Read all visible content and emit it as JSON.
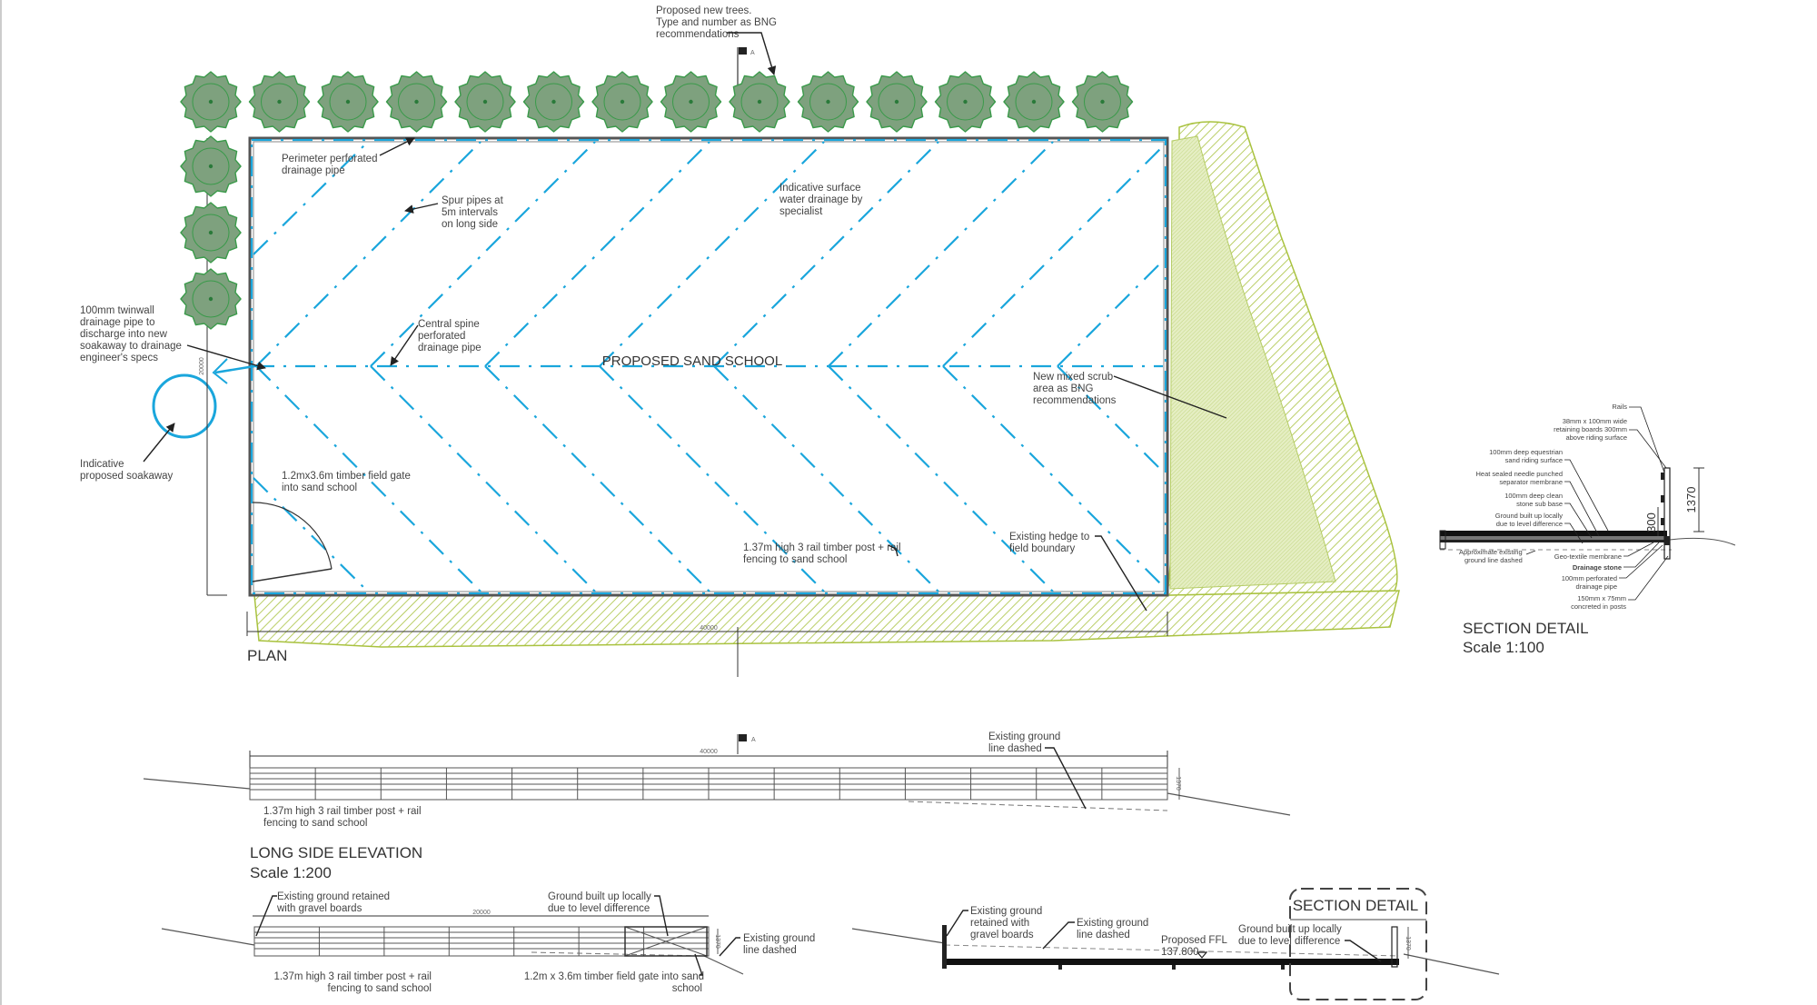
{
  "plan": {
    "title": "PLAN",
    "center_label": "PROPOSED SAND SCHOOL",
    "notes": {
      "trees": [
        "Proposed new trees.",
        "Type and number as BNG",
        "recommendations"
      ],
      "perimeter_pipe": [
        "Perimeter perforated",
        "drainage pipe"
      ],
      "spur_pipes": [
        "Spur pipes at",
        "5m intervals",
        "on long side"
      ],
      "surface_drainage": [
        "Indicative surface",
        "water drainage by",
        "specialist"
      ],
      "twinwall": [
        "100mm twinwall",
        "drainage pipe to",
        "discharge into new",
        "soakaway to drainage",
        "engineer's specs"
      ],
      "central_spine": [
        "Central spine",
        "perforated",
        "drainage pipe"
      ],
      "scrub": [
        "New mixed scrub",
        "area as BNG",
        "recommendations"
      ],
      "soakaway": [
        "Indicative",
        "proposed soakaway"
      ],
      "gate": [
        "1.2mx3.6m timber field gate",
        "into sand school"
      ],
      "fencing": [
        "1.37m high 3 rail timber post + rail",
        "fencing to sand school"
      ],
      "hedge": [
        "Existing hedge to",
        "field boundary"
      ]
    },
    "dims": {
      "width": "40000",
      "depth": "20000"
    },
    "section_marker": "A"
  },
  "section_detail": {
    "title": "SECTION DETAIL",
    "scale": "Scale 1:100",
    "dims": {
      "height": "1370",
      "base": "300"
    },
    "labels": {
      "rails": "Rails",
      "retaining": [
        "38mm x 100mm wide",
        "retaining boards 300mm",
        "above riding surface"
      ],
      "equestrian": [
        "100mm deep equestrian",
        "sand riding surface"
      ],
      "membrane": [
        "Heat sealed needle punched",
        "separator membrane"
      ],
      "stone_base": [
        "100mm deep clean",
        "stone sub base"
      ],
      "built_up": [
        "Ground built up locally",
        "due to level difference"
      ],
      "approx_ground": [
        "Approximate existing",
        "ground line dashed"
      ],
      "geotextile": "Geo-textile membrane",
      "drainage_stone": "Drainage stone",
      "perforated_pipe": [
        "100mm perforated",
        "drainage pipe"
      ],
      "posts": [
        "150mm x 75mm",
        "concreted in posts"
      ]
    }
  },
  "long_elevation": {
    "title": "LONG SIDE ELEVATION",
    "scale": "Scale 1:200",
    "dim": "40000",
    "height_dim": "1370",
    "marker": "A",
    "notes": {
      "ground": [
        "Existing ground",
        "line dashed"
      ],
      "fencing": [
        "1.37m high 3 rail timber post + rail",
        "fencing to sand school"
      ]
    }
  },
  "short_elevation": {
    "dim": "20000",
    "height_dim": "1370",
    "notes": {
      "retained": [
        "Existing ground retained",
        "with gravel boards"
      ],
      "built_up": [
        "Ground built up locally",
        "due to level difference"
      ],
      "ground": [
        "Existing ground",
        "line dashed"
      ],
      "fencing": [
        "1.37m high 3 rail timber post + rail",
        "fencing to sand school"
      ],
      "gate": [
        "1.2m x 3.6m timber field gate into sand",
        "school"
      ]
    }
  },
  "section_cut": {
    "label": "SECTION DETAIL",
    "ffl_label": "Proposed FFL",
    "ffl_value": "137.800",
    "height_dim": "1370",
    "notes": {
      "retained": [
        "Existing ground",
        "retained with",
        "gravel boards"
      ],
      "ground": [
        "Existing ground",
        "line dashed"
      ],
      "built_up": [
        "Ground built up locally",
        "due to level difference"
      ]
    }
  },
  "colors": {
    "drainage": "#1aa6dc",
    "hedge": "#a9c23f",
    "scrub_fill": "#d9e6b0",
    "tree_fill": "#7ea17e",
    "tree_stroke": "#3a9a4a",
    "line": "#222222"
  }
}
